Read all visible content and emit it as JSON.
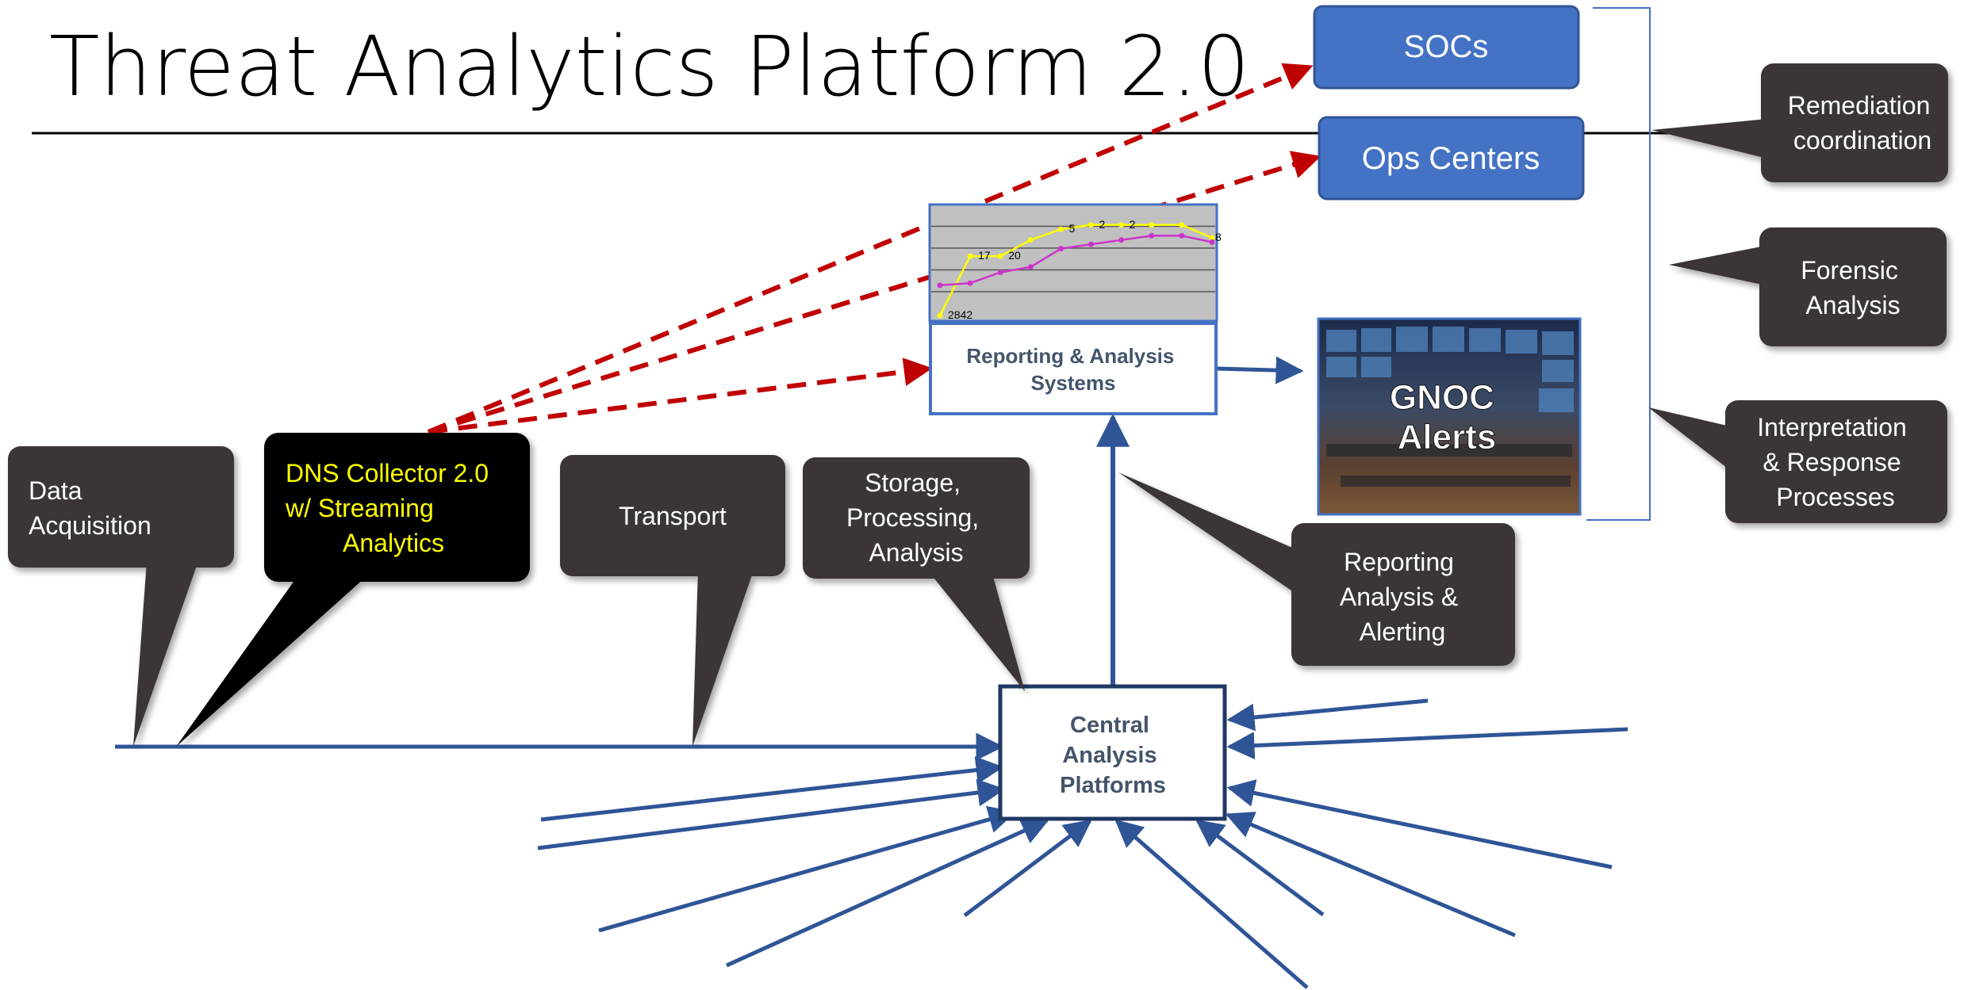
{
  "title": "Threat Analytics Platform 2.0",
  "colors": {
    "callout": "#3a3434",
    "callout_highlight": "#000000",
    "highlight_text": "#ffff00",
    "flow_line": "#2f5597",
    "dashed_arrow": "#c00000",
    "center_box_border": "#1f3864",
    "blue_box": "#4472c4"
  },
  "callouts": {
    "data_acquisition": [
      "Data",
      "Acquisition"
    ],
    "dns_collector": [
      "DNS Collector 2.0",
      "w/ Streaming",
      "Analytics"
    ],
    "transport": "Transport",
    "storage": [
      "Storage,",
      "Processing,",
      "Analysis"
    ],
    "reporting_alerting": [
      "Reporting",
      "Analysis &",
      "Alerting"
    ],
    "remediation": [
      "Remediation",
      "coordination"
    ],
    "forensic": [
      "Forensic",
      "Analysis"
    ],
    "interpretation": [
      "Interpretation",
      "& Response",
      "Processes"
    ]
  },
  "boxes": {
    "central": [
      "Central",
      "Analysis",
      "Platforms"
    ],
    "reporting_systems": [
      "Reporting & Analysis",
      "Systems"
    ],
    "socs": "SOCs",
    "ops_centers": "Ops Centers",
    "gnoc": [
      "GNOC",
      "Alerts"
    ]
  },
  "chart_data": {
    "type": "line",
    "series": [
      {
        "values": [
          0,
          55,
          55,
          70,
          80,
          84,
          84,
          84,
          84,
          72
        ]
      },
      {
        "values": [
          28,
          30,
          40,
          45,
          62,
          66,
          70,
          74,
          74,
          68
        ]
      }
    ],
    "data_labels": [
      "2842",
      "17",
      "20",
      "5",
      "2",
      "2",
      "8"
    ],
    "ylim": [
      0,
      100
    ],
    "grid": true,
    "series_colors": [
      "#ffff00",
      "#cc33cc"
    ]
  }
}
